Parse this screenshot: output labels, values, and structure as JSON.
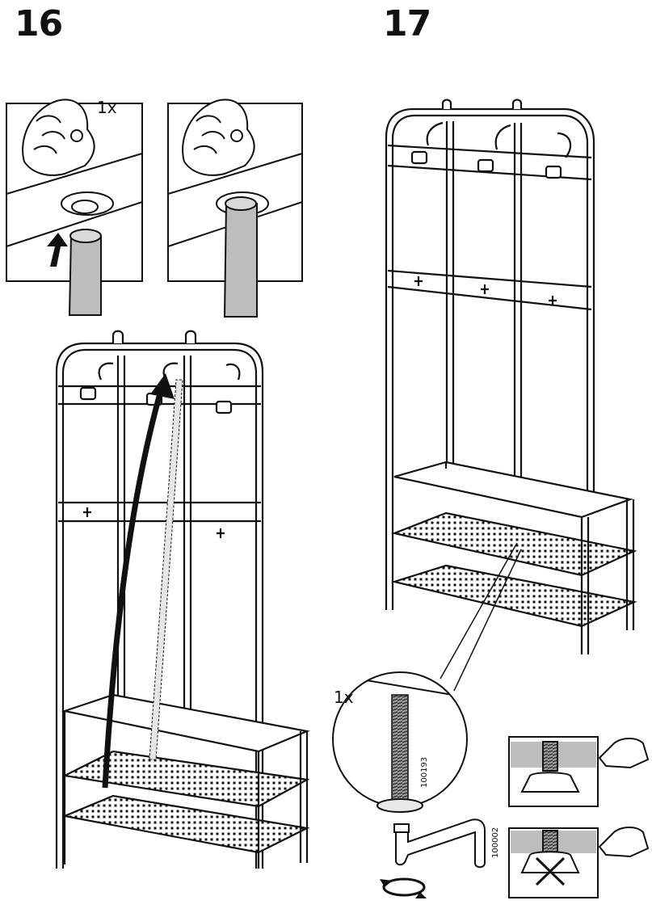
{
  "steps": [
    {
      "number": "16",
      "detail_quantity": "1x"
    },
    {
      "number": "17",
      "detail_quantity": "1x"
    }
  ],
  "parts": [
    {
      "id": "100193",
      "name": "screw"
    },
    {
      "id": "100002",
      "name": "allen-key"
    }
  ],
  "colors": {
    "line": "#111111",
    "shade": "#bdbdbd",
    "paper": "#ffffff"
  }
}
